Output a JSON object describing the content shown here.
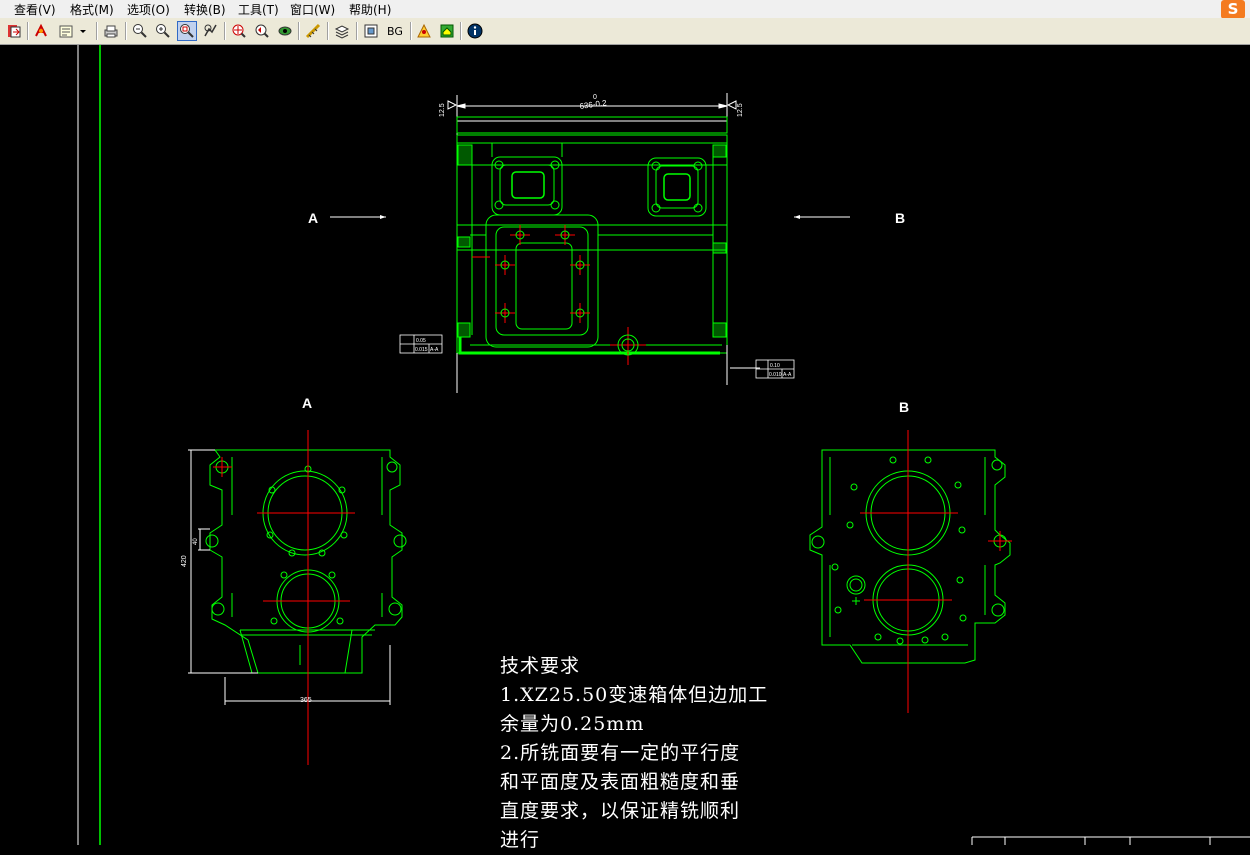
{
  "menu": [
    "查看(V)",
    "格式(M)",
    "选项(O)",
    "转换(B)",
    "工具(T)",
    "窗口(W)",
    "帮助(H)"
  ],
  "toolbar": {
    "icons": [
      "exit-icon",
      "pdf-export-icon",
      "page-setup-icon",
      "dropdown-arrow-icon",
      "print-icon",
      "zoom-out-icon",
      "zoom-in-icon",
      "zoom-window-icon",
      "zoom-realtime-icon",
      "zoom-extents-icon",
      "zoom-previous-icon",
      "eye-view-icon",
      "measure-icon",
      "layers-icon",
      "frame-icon",
      "home-icon",
      "info-icon"
    ],
    "bg_label": "BG"
  },
  "ime_logo": "S",
  "drawing": {
    "view_label_a": "A",
    "view_label_b": "B",
    "section_a_title": "A",
    "section_b_title": "B",
    "dim_top_main": "636-0.2",
    "dim_top_small": "0",
    "dim_left_small": "12.5",
    "dim_right_small": "12.5",
    "dim_bottom_width": "365",
    "dim_side_height": "420",
    "dim_side_small": "40",
    "tolerance_left_1": "0.05",
    "tolerance_left_2": "0.015",
    "tolerance_left_ref": "A-A",
    "tolerance_right_1": "0.10",
    "tolerance_right_2": "0.010",
    "tolerance_right_ref": "A-A"
  },
  "notes": {
    "title": "技术要求",
    "line1": "1.XZ25.50变速箱体但边加工",
    "line2": "余量为0.25mm",
    "line3": "2.所铣面要有一定的平行度",
    "line4": "和平面度及表面粗糙度和垂",
    "line5": "直度要求，以保证精铣顺利",
    "line6": "进行"
  },
  "colors": {
    "background": "#000000",
    "outline": "#00ff00",
    "centerline": "#ff0000",
    "white": "#ffffff"
  }
}
